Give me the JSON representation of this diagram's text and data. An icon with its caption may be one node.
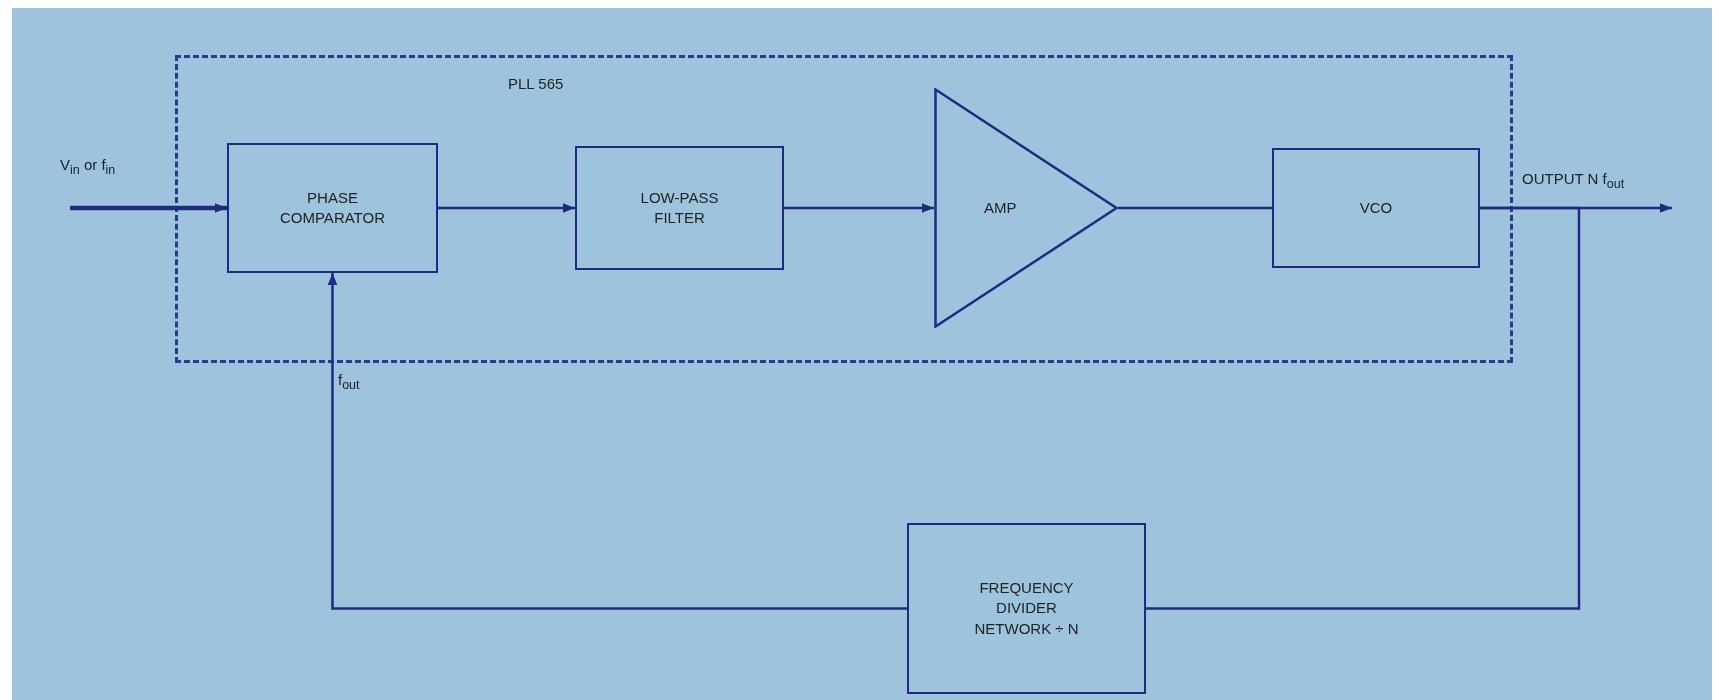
{
  "diagram": {
    "nodes": [
      {
        "text": [
          "PLL 565"
        ]
      },
      {
        "text": [
          "PHASE COMPARATOR"
        ],
        "in": 0
      },
      {
        "text": [
          "LOW-PASS FILTER"
        ],
        "in": 0
      },
      {
        "text": [
          "AMP"
        ],
        "in": 0
      },
      {
        "text": [
          "VCO"
        ],
        "in": 0
      },
      {
        "text": [
          "FREQUENCY DIVIDER NETWORK ÷ N"
        ]
      }
    ],
    "edges": [
      {
        "from": null,
        "to": 1,
        "arrow": "to",
        "label": "V$_{in}$ or f$_{in}$"
      },
      {
        "from": 1,
        "to": 2,
        "arrow": "to"
      },
      {
        "from": 2,
        "to": 3,
        "arrow": "to"
      },
      {
        "from": 3,
        "to": 4,
        "arrow": "none"
      },
      {
        "from": 4,
        "to": null,
        "arrow": "to",
        "label": "OUTPUT N f$_{out}$"
      },
      {
        "from": 4,
        "to": 5,
        "arrow": "none"
      },
      {
        "from": 5,
        "to": 1,
        "arrow": "to",
        "label": "f$_{out}$"
      }
    ]
  }
}
